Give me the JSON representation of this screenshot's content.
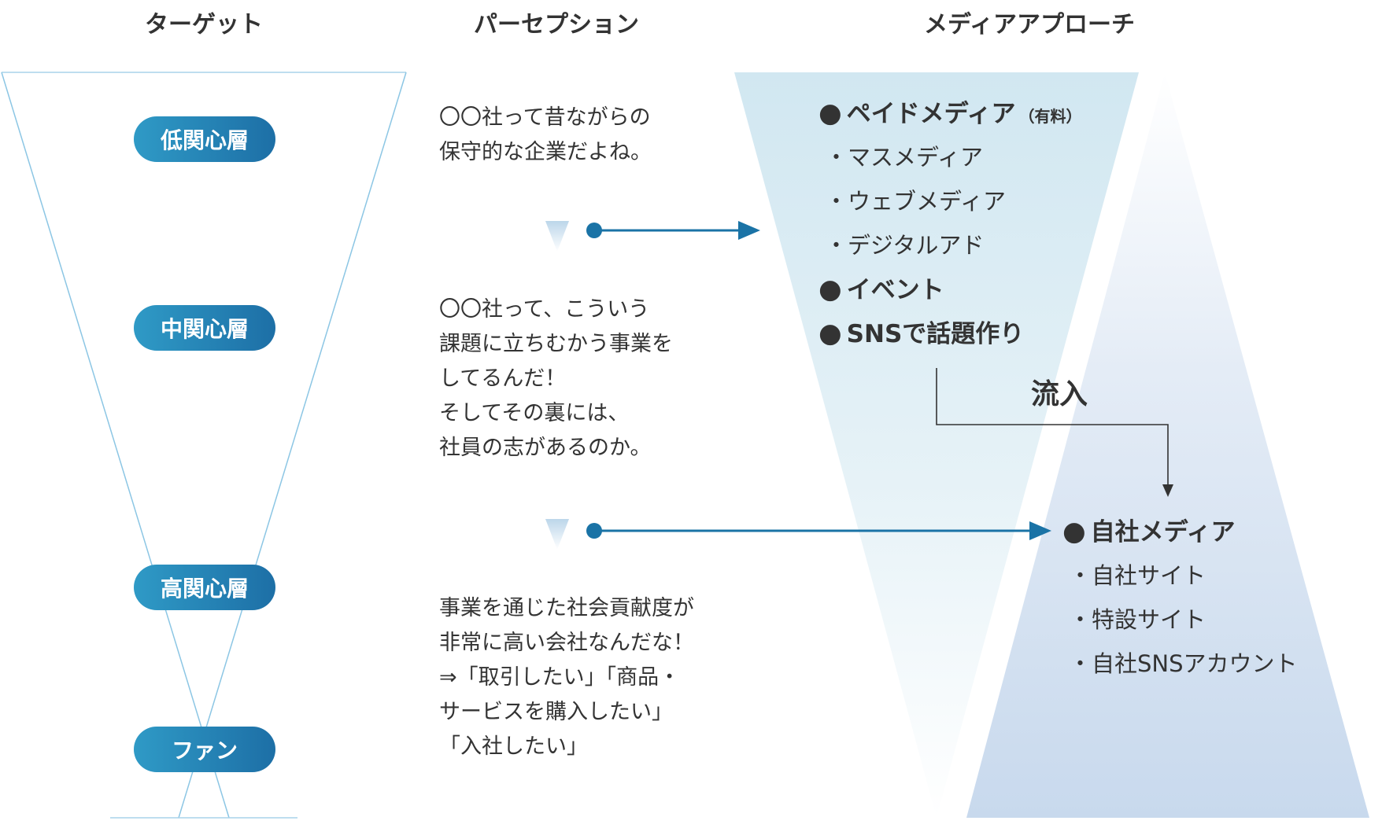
{
  "headers": {
    "target": "ターゲット",
    "perception": "パーセプション",
    "media": "メディアアプローチ"
  },
  "target_levels": [
    {
      "label": "低関心層"
    },
    {
      "label": "中関心層"
    },
    {
      "label": "高関心層"
    },
    {
      "label": "ファン"
    }
  ],
  "perceptions": [
    {
      "lines": [
        "〇〇社って昔ながらの",
        "保守的な企業だよね。"
      ]
    },
    {
      "lines": [
        "〇〇社って、こういう",
        "課題に立ちむかう事業を",
        "してるんだ！",
        "そしてその裏には、",
        "社員の志があるのか。"
      ]
    },
    {
      "lines": [
        "事業を通じた社会貢献度が",
        "非常に高い会社なんだな！",
        "⇒「取引したい」「商品・",
        "サービスを購入したい」",
        "「入社したい」"
      ]
    }
  ],
  "external_media": {
    "paid": {
      "bullet": "●",
      "label": "ペイドメディア",
      "note": "（有料）"
    },
    "paid_items": [
      "・マスメディア",
      "・ウェブメディア",
      "・デジタルアド"
    ],
    "event": {
      "bullet": "●",
      "label": "イベント"
    },
    "sns_buzz": {
      "bullet": "●",
      "label": "SNSで話題作り"
    }
  },
  "inflow_label": "流入",
  "owned_media": {
    "bullet": "●",
    "label": "自社メディア",
    "items": [
      "・自社サイト",
      "・特設サイト",
      "・自社SNSアカウント"
    ]
  },
  "colors": {
    "pill_start": "#2f9ac6",
    "pill_end": "#1d6fa6",
    "arrow": "#1a73a6",
    "funnel_line": "#8cc6e4",
    "paid_triangle": "#cfe6f0",
    "owned_triangle": "#c9daee"
  }
}
